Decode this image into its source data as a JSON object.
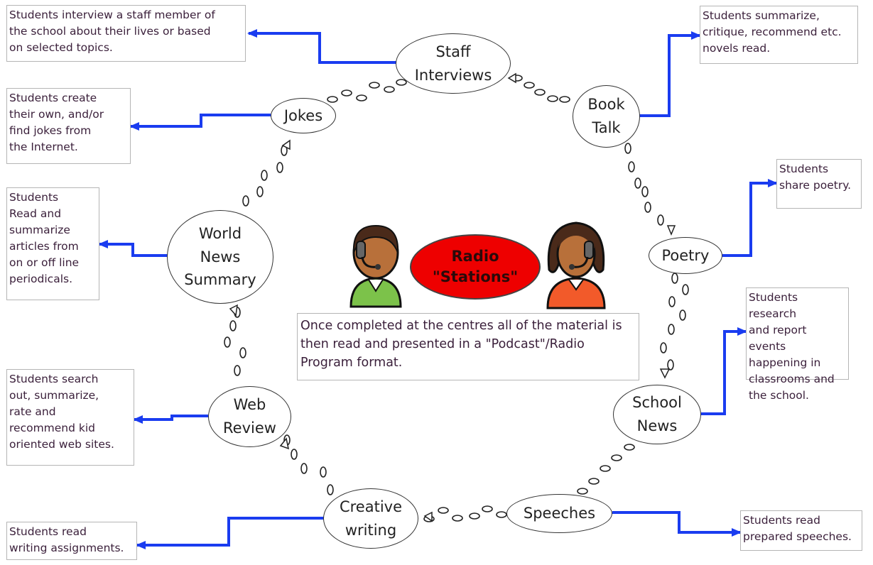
{
  "center": {
    "title": "Radio\n\"Stations\"",
    "note": "Once completed at the centres all of the material is then read and presented in a \"Podcast\"/Radio Program format."
  },
  "stations": [
    {
      "id": "staff",
      "label": "Staff\nInterviews",
      "note": "Students interview a staff member of\nthe school about their lives or based\non selected topics."
    },
    {
      "id": "book",
      "label": "Book\nTalk",
      "note": "Students summarize,\ncritique, recommend etc.\nnovels read."
    },
    {
      "id": "poetry",
      "label": "Poetry",
      "note": "Students\nshare poetry."
    },
    {
      "id": "school",
      "label": "School\nNews",
      "note": "Students research\nand report events\nhappening in\nclassrooms and\nthe school."
    },
    {
      "id": "speeches",
      "label": "Speeches",
      "note": "Students read\nprepared speeches."
    },
    {
      "id": "creative",
      "label": "Creative\nwriting",
      "note": "Students read\nwriting assignments."
    },
    {
      "id": "web",
      "label": "Web\nReview",
      "note": "Students search\nout, summarize,\nrate and\nrecommend kid\noriented web sites."
    },
    {
      "id": "world",
      "label": "World\nNews\nSummary",
      "note": "Students\nRead and\nsummarize\narticles from\non or off line\nperiodicals."
    },
    {
      "id": "jokes",
      "label": "Jokes",
      "note": "Students create\ntheir own, and/or\nfind jokes from\nthe Internet."
    }
  ],
  "colors": {
    "connector": "#1a3cf0",
    "radio_fill": "#ee0000",
    "note_text": "#3a1f3a",
    "person_left_shirt": "#7cc24a",
    "person_right_shirt": "#f25a2a",
    "skin": "#b8703a",
    "hair": "#4a2a1a"
  },
  "icons": [
    "footprints-icon",
    "headset-person-icon"
  ]
}
